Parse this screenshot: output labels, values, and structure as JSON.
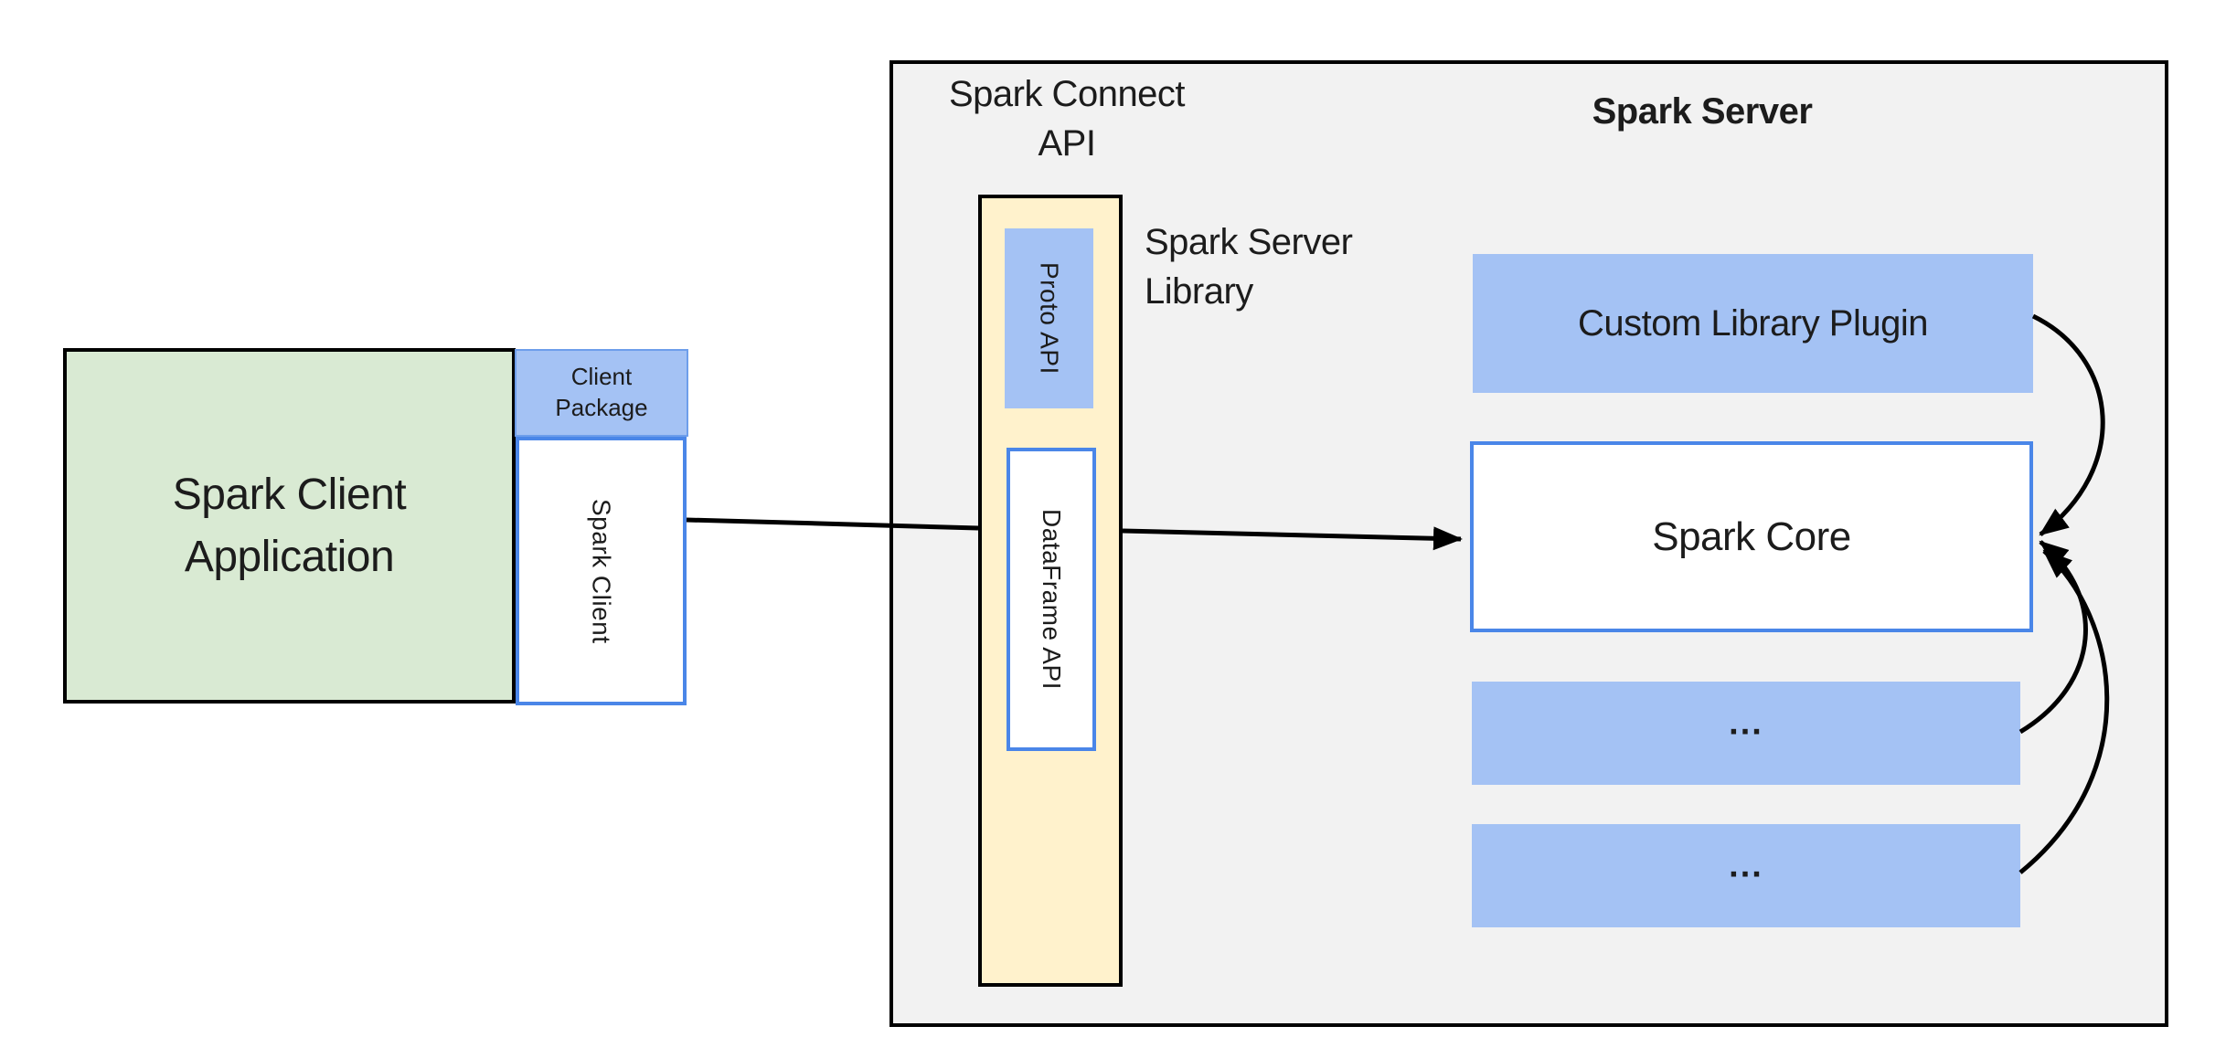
{
  "colors": {
    "canvas_bg": "#ffffff",
    "server_box_bg": "#f2f2f2",
    "client_app_bg": "#d9ead3",
    "blue_box_bg": "#a4c2f4",
    "blue_box_border": "#6d9eeb",
    "api_box_border": "#4a86e8",
    "library_box_bg": "#fff2cc",
    "outline": "#000000",
    "text": "#1c1c1c"
  },
  "nodes": {
    "spark_client_application": {
      "label": "Spark Client Application"
    },
    "client_package": {
      "label": "Client Package"
    },
    "spark_client": {
      "label": "Spark Client"
    },
    "spark_connect_api": {
      "label": "Spark Connect API"
    },
    "spark_server": {
      "title": "Spark Server"
    },
    "spark_server_library": {
      "label": "Spark Server Library",
      "proto_api": "Proto API",
      "dataframe_api": "DataFrame API"
    },
    "custom_library_plugin": {
      "label": "Custom Library Plugin"
    },
    "spark_core": {
      "label": "Spark Core"
    },
    "plugin_slot_1": {
      "label": "..."
    },
    "plugin_slot_2": {
      "label": "..."
    }
  }
}
